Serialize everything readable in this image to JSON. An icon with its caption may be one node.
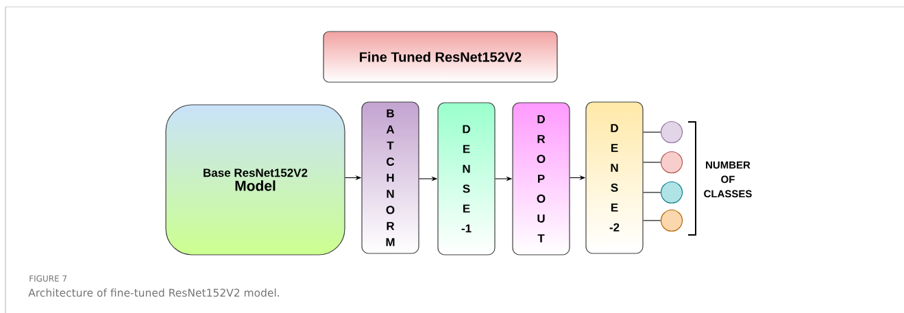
{
  "diagram": {
    "caption": "Architecture of fine-tuned ResNet152V2 model.",
    "nodes": [
      {
        "text": [
          "Fine Tuned ResNet152V2"
        ]
      },
      {
        "text": [
          "Base ResNet152V2",
          "Model"
        ]
      },
      {
        "text": [
          "BATCHNORM"
        ]
      },
      {
        "text": [
          "DENSE-1"
        ]
      },
      {
        "text": [
          "DROPOUT"
        ]
      },
      {
        "text": [
          "DENSE-2"
        ]
      },
      {
        "text": [],
        "shape": "circle"
      },
      {
        "text": [],
        "shape": "circle"
      },
      {
        "text": [],
        "shape": "circle"
      },
      {
        "text": [],
        "shape": "circle"
      }
    ],
    "edges": [
      {
        "from": 1,
        "to": 2,
        "arrow": "to"
      },
      {
        "from": 2,
        "to": 3,
        "arrow": "to"
      },
      {
        "from": 3,
        "to": 4,
        "arrow": "to"
      },
      {
        "from": 4,
        "to": 5,
        "arrow": "to"
      },
      {
        "from": 5,
        "to": 6,
        "arrow": "none"
      },
      {
        "from": 5,
        "to": 7,
        "arrow": "none"
      },
      {
        "from": 5,
        "to": 8,
        "arrow": "none"
      },
      {
        "from": 5,
        "to": 9,
        "arrow": "none"
      }
    ],
    "labels": [
      "NUMBER OF CLASSES",
      "FIGURE 7"
    ]
  }
}
